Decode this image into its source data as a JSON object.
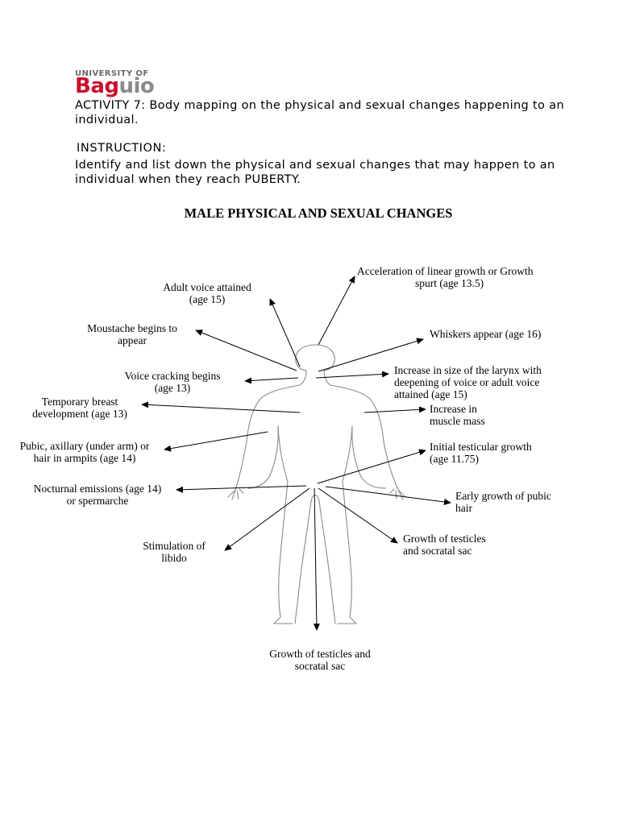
{
  "logo": {
    "top": "UNIVERSITY OF",
    "main_a": "Bag",
    "main_b": "uio"
  },
  "activity": {
    "label": "ACTIVITY 7:",
    "text": " Body mapping on the physical and sexual changes happening to an individual."
  },
  "instruction": {
    "title": "INSTRUCTION:",
    "text": "Identify and list down the physical and sexual changes that may happen to an individual when they reach PUBERTY."
  },
  "heading": "MALE PHYSICAL AND SEXUAL CHANGES",
  "labels": {
    "acceleration": "Acceleration of linear growth or Growth",
    "acceleration_2": "spurt (age 13.5)",
    "adult_voice": "Adult voice attained",
    "adult_voice_2": "(age 15)",
    "moustache": "Moustache begins to",
    "moustache_2": "appear",
    "whiskers": "Whiskers appear (age 16)",
    "voice_cracking": "Voice cracking begins",
    "voice_cracking_2": "(age 13)",
    "larynx": "Increase in size of the larynx with",
    "larynx_2": "deepening of voice or adult voice",
    "larynx_3": "attained (age 15)",
    "breast": "Temporary breast",
    "breast_2": "development (age 13)",
    "muscle": "Increase in",
    "muscle_2": "muscle mass",
    "pubic_axillary": "Pubic, axillary (under arm) or",
    "pubic_axillary_2": "hair in armpits (age 14)",
    "testicular": "Initial testicular growth",
    "testicular_2": "(age 11.75)",
    "nocturnal": "Nocturnal emissions (age 14)",
    "nocturnal_2": "or spermarche",
    "early_pubic": "Early growth of pubic",
    "early_pubic_2": "hair",
    "libido": "Stimulation of",
    "libido_2": "libido",
    "testicles_right": "Growth of testicles",
    "testicles_right_2": "and socratal sac",
    "testicles_bottom": "Growth of testicles and",
    "testicles_bottom_2": "socratal sac"
  }
}
